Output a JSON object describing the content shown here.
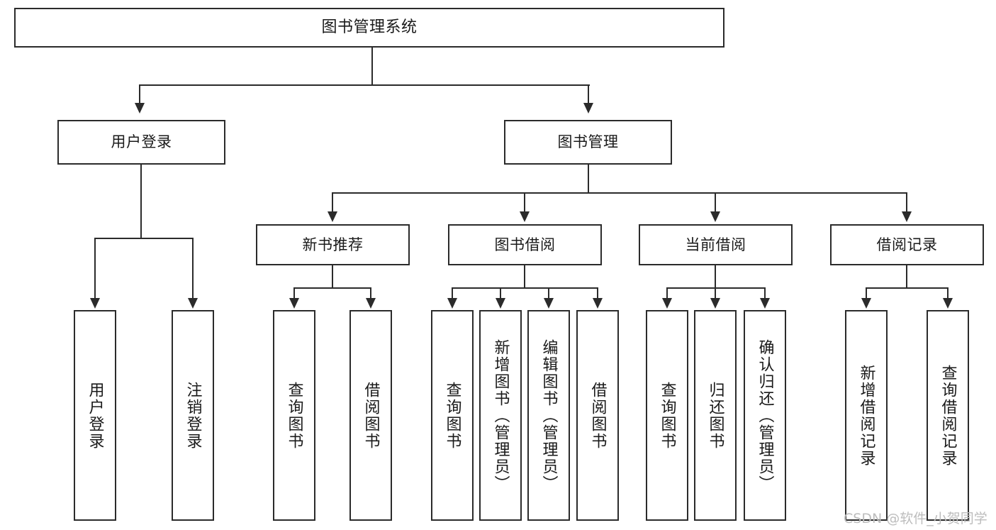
{
  "diagram": {
    "type": "tree-hierarchy",
    "title": "图书管理系统",
    "root": {
      "label": "图书管理系统"
    },
    "level2": [
      {
        "label": "用户登录"
      },
      {
        "label": "图书管理"
      }
    ],
    "level3": [
      {
        "label": "新书推荐"
      },
      {
        "label": "图书借阅"
      },
      {
        "label": "当前借阅"
      },
      {
        "label": "借阅记录"
      }
    ],
    "leaves": {
      "user_login": [
        {
          "label": "用户登录"
        },
        {
          "label": "注销登录"
        }
      ],
      "new_book": [
        {
          "label": "查询图书"
        },
        {
          "label": "借阅图书"
        }
      ],
      "book_borrow": [
        {
          "label": "查询图书"
        },
        {
          "label": "新增图书（管理员）"
        },
        {
          "label": "编辑图书（管理员）"
        },
        {
          "label": "借阅图书"
        }
      ],
      "current_borrow": [
        {
          "label": "查询图书"
        },
        {
          "label": "归还图书"
        },
        {
          "label": "确认归还（管理员）"
        }
      ],
      "borrow_record": [
        {
          "label": "新增借阅记录"
        },
        {
          "label": "查询借阅记录"
        }
      ]
    }
  },
  "watermark": {
    "text": "CSDN @软件_小贺同学"
  },
  "colors": {
    "stroke": "#2b2b2b",
    "fill": "#ffffff",
    "text": "#1a1a1a",
    "watermark": "#bdbdbd"
  }
}
